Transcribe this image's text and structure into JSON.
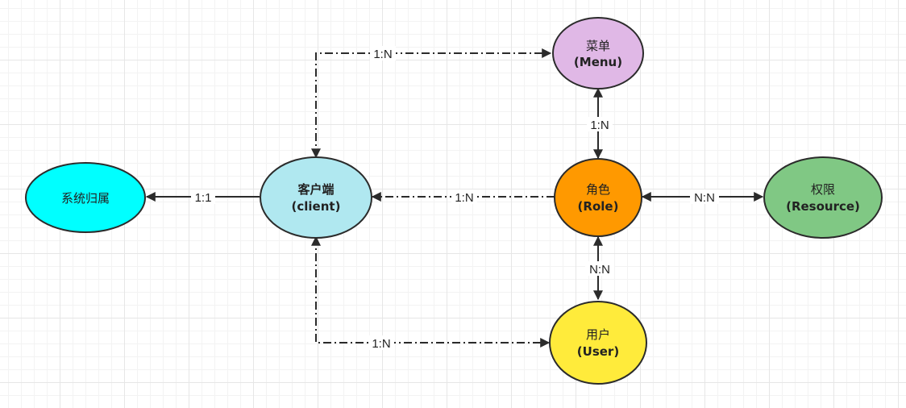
{
  "nodes": {
    "system": {
      "label": "系统归属",
      "fill": "#00ffff"
    },
    "client": {
      "label_cn": "客户端",
      "label_en": "(client)",
      "fill": "#b0e8f0"
    },
    "menu": {
      "label_cn": "菜单",
      "label_en": "(Menu)",
      "fill": "#e0b8e6"
    },
    "role": {
      "label_cn": "角色",
      "label_en": "(Role)",
      "fill": "#ff9900"
    },
    "resource": {
      "label_cn": "权限",
      "label_en": "(Resource)",
      "fill": "#80c884"
    },
    "user": {
      "label_cn": "用户",
      "label_en": "(User)",
      "fill": "#ffeb3b"
    }
  },
  "edges": {
    "client_system": "1:1",
    "client_menu": "1:N",
    "client_user": "1:N",
    "role_client": "1:N",
    "menu_role": "1:N",
    "role_resource": "N:N",
    "role_user": "N:N"
  }
}
